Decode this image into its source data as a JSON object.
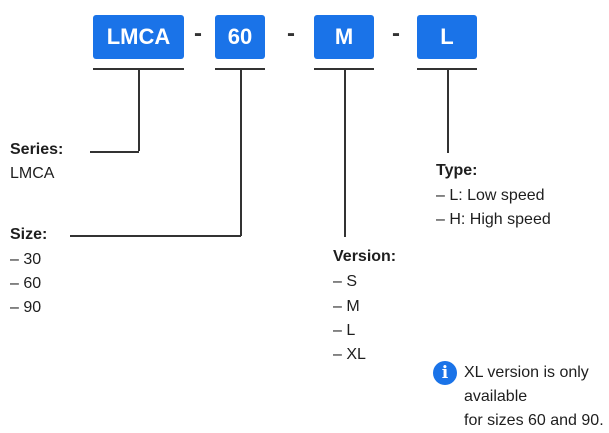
{
  "code": {
    "series": "LMCA",
    "size": "60",
    "version": "M",
    "type": "L",
    "separator": "-"
  },
  "series": {
    "label": "Series:",
    "items": [
      "LMCA"
    ]
  },
  "size": {
    "label": "Size:",
    "items": [
      "– 30",
      "– 60",
      "– 90"
    ]
  },
  "version": {
    "label": "Version:",
    "items": [
      "– S",
      "– M",
      "– L",
      "– XL"
    ]
  },
  "type": {
    "label": "Type:",
    "items": [
      "– L: Low speed",
      "– H: High speed"
    ]
  },
  "note": {
    "icon": "info-icon",
    "line1": "XL version is only available",
    "line2": "for sizes 60 and 90."
  },
  "colors": {
    "accent": "#1a73e8",
    "line": "#333333"
  }
}
